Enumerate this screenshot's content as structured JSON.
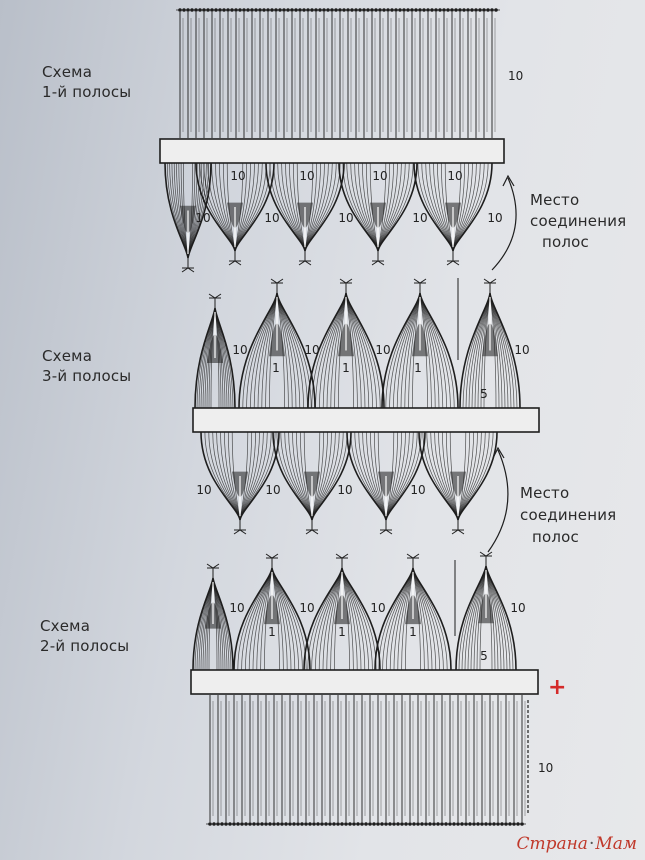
{
  "labels": {
    "scheme1": [
      "Схема",
      "1-й полосы"
    ],
    "scheme3": [
      "Схема",
      "3-й полосы"
    ],
    "scheme2": [
      "Схема",
      "2-й полосы"
    ],
    "join_top": [
      "Место",
      "соединения",
      "полос"
    ],
    "join_bottom": [
      "Место",
      "соединения",
      "полос"
    ]
  },
  "counts": {
    "ten": "10",
    "five": "5",
    "one": "1"
  },
  "marker": "+",
  "watermark": {
    "part1": "Страна",
    "part2": "Мам"
  },
  "colors": {
    "ink": "#1e1e1e",
    "band": "#eeeeee",
    "marker": "#d42a2a",
    "watermark": "#c0392b"
  }
}
